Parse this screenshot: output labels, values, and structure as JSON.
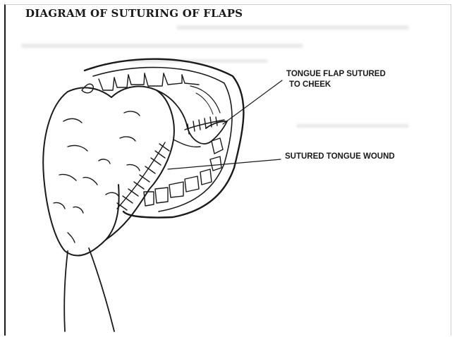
{
  "figure": {
    "title": "DIAGRAM OF SUTURING OF FLAPS"
  },
  "labels": {
    "tongue_flap_line1": "TONGUE FLAP SUTURED",
    "tongue_flap_line2": "TO CHEEK",
    "sutured_wound": "SUTURED TONGUE WOUND"
  },
  "colors": {
    "ink": "#1a1a1a",
    "background": "#ffffff"
  }
}
